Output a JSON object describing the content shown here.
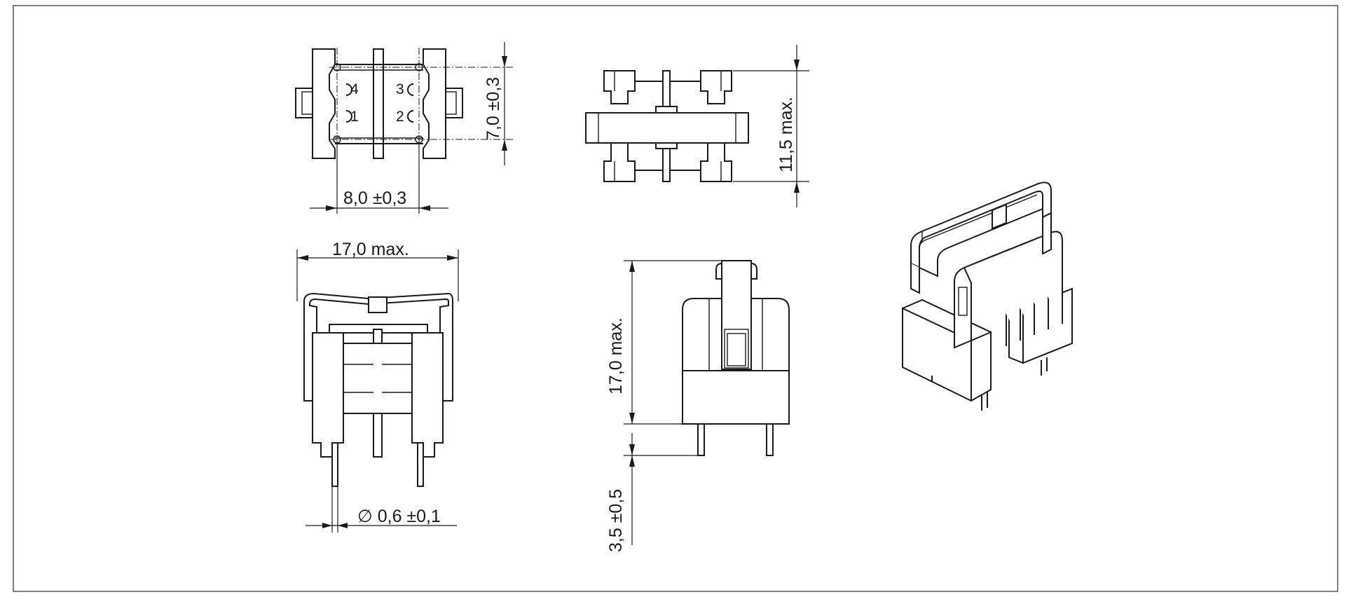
{
  "dimensions": {
    "top_width": "8,0 ±0,3",
    "top_height": "7,0 ±0,3",
    "side_height": "11,5  max.",
    "front_width": "17,0  max.",
    "front_pin_diameter": "∅  0,6 ±0,1",
    "side_body_height": "17,0  max.",
    "side_pin_length": "3,5 ±0,5"
  },
  "pin_labels": [
    "4",
    "3",
    "1",
    "2"
  ],
  "colors": {
    "line": "#1a1a1a",
    "background": "#ffffff",
    "frame": "#555555"
  }
}
